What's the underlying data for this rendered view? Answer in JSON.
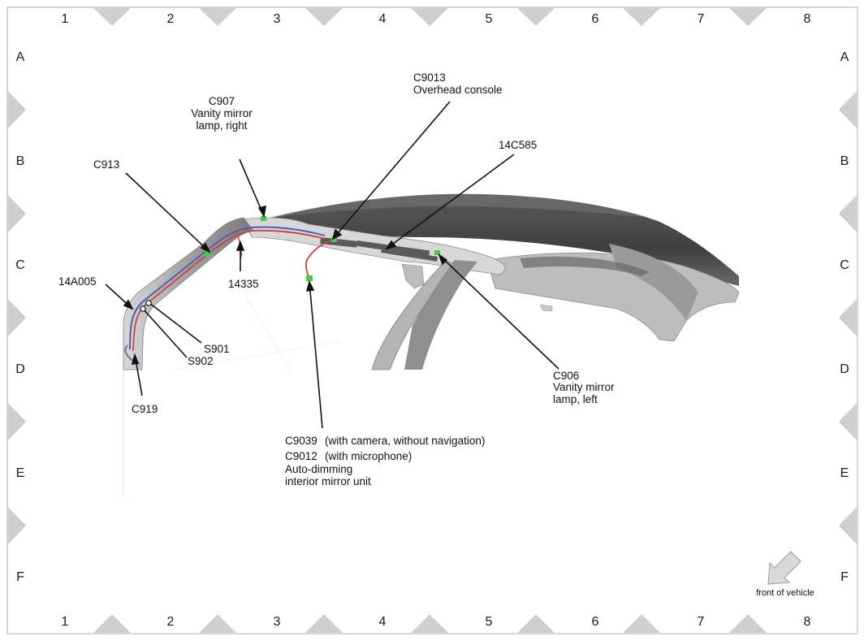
{
  "grid": {
    "columns": [
      "1",
      "2",
      "3",
      "4",
      "5",
      "6",
      "7",
      "8"
    ],
    "rows": [
      "A",
      "B",
      "C",
      "D",
      "E",
      "F"
    ]
  },
  "callouts": {
    "c907": [
      "C907",
      "Vanity mirror",
      "lamp, right"
    ],
    "c9013": [
      "C9013",
      "Overhead console"
    ],
    "c913": "C913",
    "c14c585": "14C585",
    "c14a005": "14A005",
    "c14335": "14335",
    "s901": "S901",
    "s902": "S902",
    "c919": "C919",
    "c906": [
      "C906",
      "Vanity mirror",
      "lamp, left"
    ],
    "c9039": [
      "C9039",
      "(with camera, without navigation)"
    ],
    "c9012": [
      "C9012",
      "(with microphone)"
    ],
    "mirror": [
      "Auto-dimming",
      "interior mirror unit"
    ]
  },
  "orientation": {
    "label": "front of vehicle",
    "arrow_icon": "arrow-down-left-icon"
  },
  "colors": {
    "frame": "#d0d0d0",
    "roof_dark": "#4a4a4a",
    "body_gray": "#a8a8a8",
    "connector": "#44cc44",
    "wire_red": "#d04040",
    "wire_blue": "#5060b0"
  }
}
